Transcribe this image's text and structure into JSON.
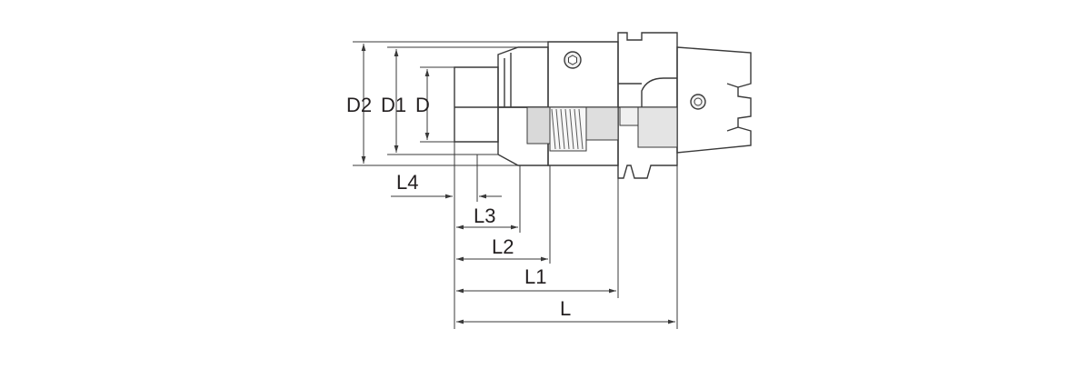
{
  "labels": {
    "d2": "D2",
    "d1": "D1",
    "d": "D",
    "l4": "L4",
    "l3": "L3",
    "l2": "L2",
    "l1": "L1",
    "l": "L"
  },
  "colors": {
    "body_fill": "#e7e7e7",
    "body_light": "#f2f2f2",
    "body_dark": "#c9c9c9",
    "outline": "#3a3a3a",
    "text": "#231f20",
    "background": "#ffffff"
  }
}
